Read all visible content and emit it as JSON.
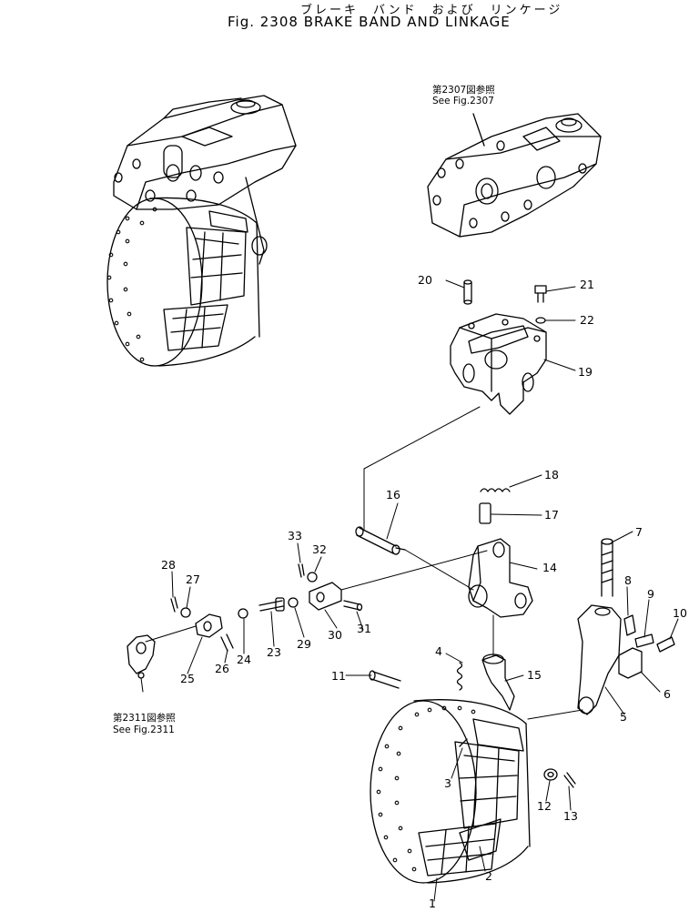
{
  "title": {
    "japanese": "ブレーキ　バンド　および　リンケージ",
    "english": "Fig. 2308 BRAKE BAND AND LINKAGE"
  },
  "references": {
    "fig2307_jp": "第2307図参照",
    "fig2307_en": "See  Fig.2307",
    "fig2311_jp": "第2311図参照",
    "fig2311_en": "See  Fig.2311"
  },
  "part_numbers": {
    "p1": "1",
    "p2": "2",
    "p3": "3",
    "p4": "4",
    "p5": "5",
    "p6": "6",
    "p7": "7",
    "p8": "8",
    "p9": "9",
    "p10": "10",
    "p11": "11",
    "p12": "12",
    "p13": "13",
    "p14": "14",
    "p15": "15",
    "p16": "16",
    "p17": "17",
    "p18": "18",
    "p19": "19",
    "p20": "20",
    "p21": "21",
    "p22": "22",
    "p23": "23",
    "p24": "24",
    "p25": "25",
    "p26": "26",
    "p27": "27",
    "p28": "28",
    "p29": "29",
    "p30": "30",
    "p31": "31",
    "p32": "32",
    "p33": "33"
  }
}
